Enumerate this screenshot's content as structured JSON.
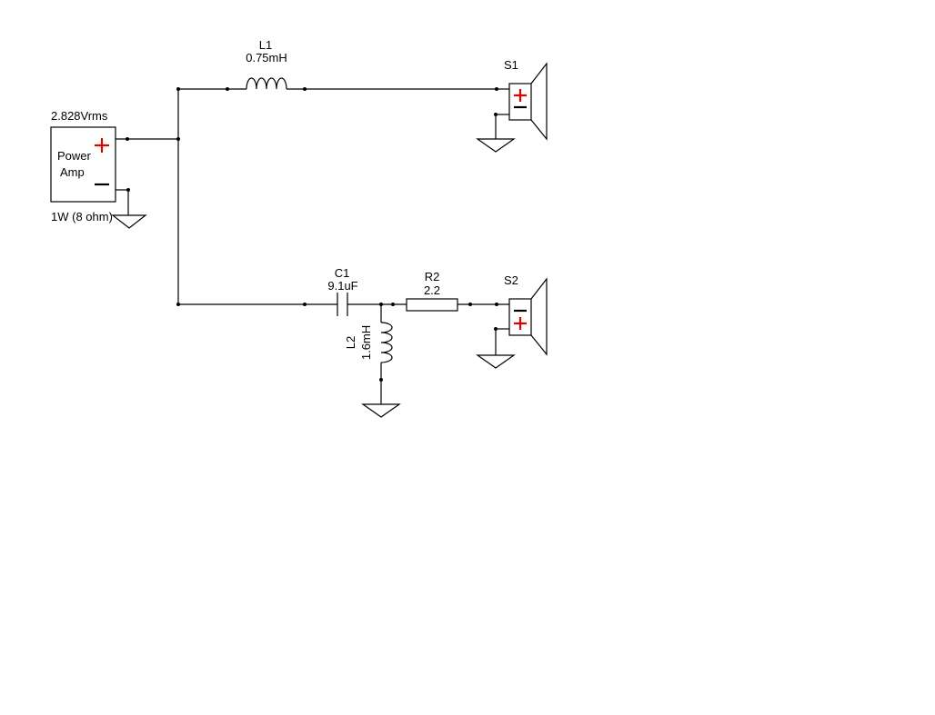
{
  "amplifier": {
    "voltage": "2.828Vrms",
    "name_line1": "Power",
    "name_line2": "Amp",
    "power": "1W (8 ohm)",
    "plus_color": "#e00000"
  },
  "components": {
    "L1": {
      "ref": "L1",
      "value": "0.75mH"
    },
    "C1": {
      "ref": "C1",
      "value": "9.1uF"
    },
    "R2": {
      "ref": "R2",
      "value": "2.2"
    },
    "L2": {
      "ref": "L2",
      "value": "1.6mH"
    },
    "S1": {
      "ref": "S1"
    },
    "S2": {
      "ref": "S2"
    }
  }
}
